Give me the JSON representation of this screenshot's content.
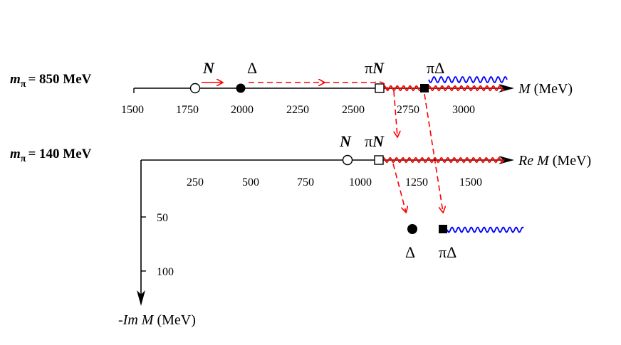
{
  "top_row": {
    "label": "m",
    "label_sub": "π",
    "label_value": "= 850 MeV",
    "axis_label_prefix": "M",
    "axis_label_suffix": "(MeV)",
    "ticks": [
      "1500",
      "1750",
      "2000",
      "2250",
      "2500",
      "2750",
      "3000"
    ],
    "state_labels": {
      "N": "N",
      "delta": "Δ",
      "piN_pi": "π",
      "piN_N": "N",
      "piDelta": "πΔ"
    }
  },
  "bottom_row": {
    "label": "m",
    "label_sub": "π",
    "label_value": "= 140 MeV",
    "axis_label_re": "Re M",
    "axis_label_suffix": "(MeV)",
    "ticks": [
      "250",
      "500",
      "750",
      "1000",
      "1250",
      "1500"
    ],
    "state_labels": {
      "N": "N",
      "piN_pi": "π",
      "piN_N": "N"
    }
  },
  "imag_axis": {
    "label_prefix": "-",
    "label_im": "Im M",
    "label_suffix": "(MeV)",
    "ticks": [
      "50",
      "100"
    ]
  },
  "poles": {
    "delta_label": "Δ",
    "piDelta_label": "πΔ"
  },
  "colors": {
    "arrow": "#ff0000",
    "piN_cut": "#ff0000",
    "piDelta_cut": "#0000ff",
    "axis": "#000000"
  }
}
